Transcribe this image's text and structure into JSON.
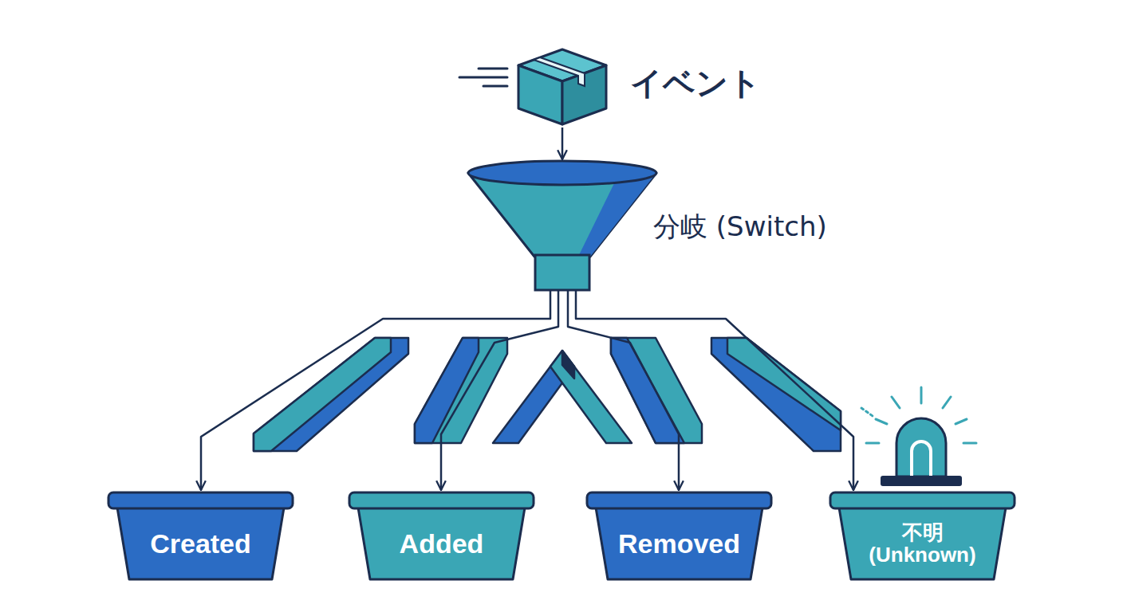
{
  "diagram": {
    "nodes": [
      {
        "text": [
          "イベント"
        ]
      },
      {
        "text": [
          "分岐 (Switch)"
        ]
      },
      {
        "text": [
          "Created"
        ]
      },
      {
        "text": [
          "Added"
        ]
      },
      {
        "text": [
          "Removed"
        ]
      },
      {
        "text": [
          "不明 (Unknown)"
        ]
      }
    ],
    "edges": [
      {
        "from": 0,
        "to": 1,
        "arrow": "to"
      },
      {
        "from": 1,
        "to": 2,
        "arrow": "to"
      },
      {
        "from": 1,
        "to": 3,
        "arrow": "to"
      },
      {
        "from": 1,
        "to": 4,
        "arrow": "to"
      },
      {
        "from": 1,
        "to": 5,
        "arrow": "to"
      }
    ]
  }
}
